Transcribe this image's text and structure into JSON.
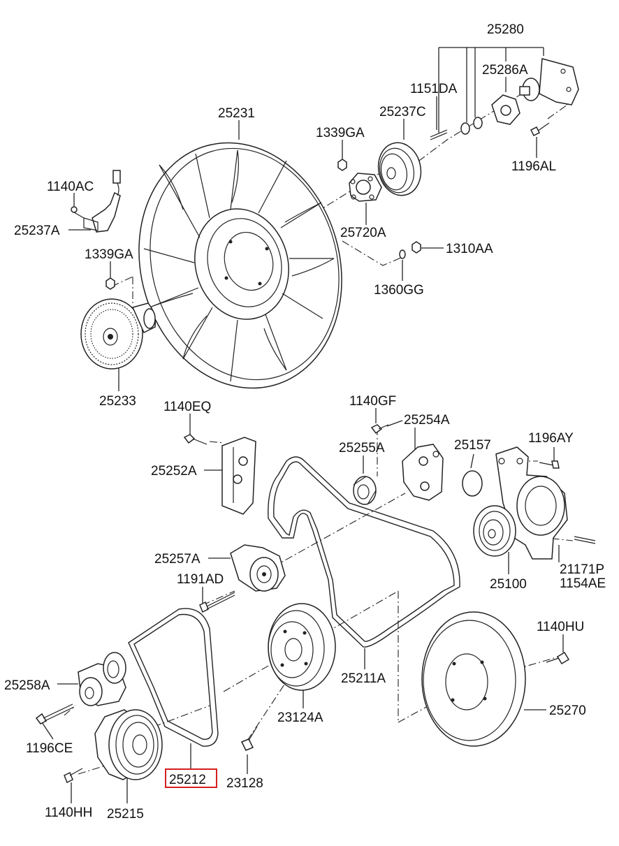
{
  "colors": {
    "line": "#222222",
    "text": "#111111",
    "highlight": "#d42020",
    "background": "#ffffff"
  },
  "highlighted_part": "25212",
  "labels": {
    "p25280": "25280",
    "p25286A": "25286A",
    "p1151DA": "1151DA",
    "p25237C": "25237C",
    "p25231": "25231",
    "p1339GA_top": "1339GA",
    "p1196AL": "1196AL",
    "p1140AC": "1140AC",
    "p25237A": "25237A",
    "p25720A": "25720A",
    "p1339GA_mid": "1339GA",
    "p1310AA": "1310AA",
    "p1360GG": "1360GG",
    "p25233": "25233",
    "p1140EQ": "1140EQ",
    "p1140GF": "1140GF",
    "p25254A": "25254A",
    "p25255A": "25255A",
    "p25157": "25157",
    "p1196AY": "1196AY",
    "p25252A": "25252A",
    "p25257A": "25257A",
    "p1191AD": "1191AD",
    "p21171P": "21171P",
    "p1154AE": "1154AE",
    "p25100": "25100",
    "p1140HU": "1140HU",
    "p25258A": "25258A",
    "p25211A": "25211A",
    "p23124A": "23124A",
    "p25270": "25270",
    "p1196CE": "1196CE",
    "p25212": "25212",
    "p23128": "23128",
    "p1140HH": "1140HH",
    "p25215": "25215"
  }
}
